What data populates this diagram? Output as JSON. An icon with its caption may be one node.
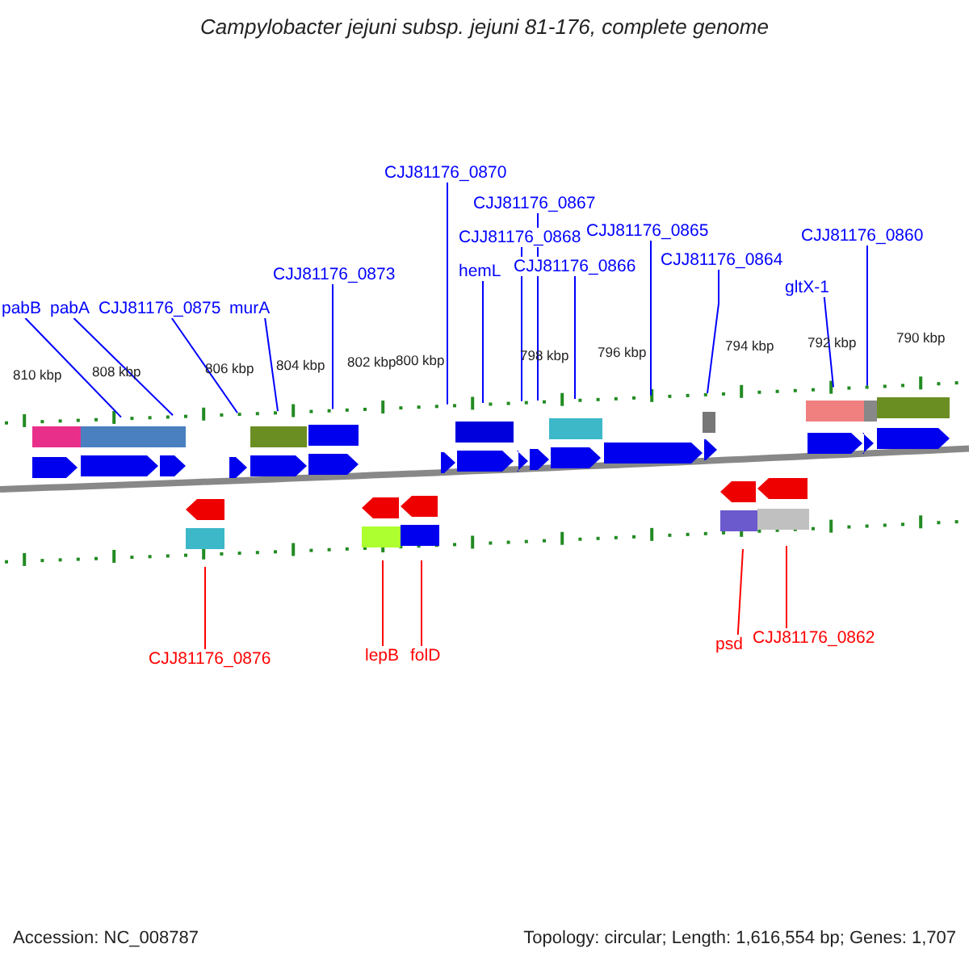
{
  "diagram": {
    "title": "Campylobacter jejuni subsp. jejuni 81-176, complete genome",
    "nodes": [
      {
        "text": [
          "CJJ81176_0870"
        ]
      },
      {
        "text": [
          "CJJ81176_0867"
        ]
      },
      {
        "text": [
          "CJJ81176_0860"
        ]
      },
      {
        "text": [
          "CJJ81176_0865"
        ]
      },
      {
        "text": [
          "CJJ81176_0868"
        ]
      },
      {
        "text": [
          "CJJ81176_0864"
        ]
      },
      {
        "text": [
          "CJJ81176_0866"
        ]
      },
      {
        "text": [
          "hemL"
        ]
      },
      {
        "text": [
          "CJJ81176_0873"
        ]
      },
      {
        "text": [
          "gltX-1"
        ]
      },
      {
        "text": [
          "pabB"
        ]
      },
      {
        "text": [
          "pabA"
        ]
      },
      {
        "text": [
          "CJJ81176_0875"
        ]
      },
      {
        "text": [
          "murA"
        ]
      },
      {
        "text": [
          "psd"
        ]
      },
      {
        "text": [
          "CJJ81176_0862"
        ]
      },
      {
        "text": [
          "lepB"
        ]
      },
      {
        "text": [
          "folD"
        ]
      },
      {
        "text": [
          "CJJ81176_0876"
        ]
      }
    ],
    "edges": [
      {
        "from": 0,
        "to": null,
        "arrow": "none"
      },
      {
        "from": 1,
        "to": null,
        "arrow": "none"
      },
      {
        "from": 2,
        "to": null,
        "arrow": "none"
      },
      {
        "from": 3,
        "to": null,
        "arrow": "none"
      },
      {
        "from": 4,
        "to": null,
        "arrow": "none"
      },
      {
        "from": 5,
        "to": null,
        "arrow": "none"
      },
      {
        "from": 6,
        "to": null,
        "arrow": "none"
      },
      {
        "from": 7,
        "to": null,
        "arrow": "none"
      },
      {
        "from": 8,
        "to": null,
        "arrow": "none"
      },
      {
        "from": 9,
        "to": null,
        "arrow": "none"
      },
      {
        "from": 10,
        "to": null,
        "arrow": "none"
      },
      {
        "from": 11,
        "to": null,
        "arrow": "none"
      },
      {
        "from": 12,
        "to": null,
        "arrow": "none"
      },
      {
        "from": 13,
        "to": null,
        "arrow": "none"
      },
      {
        "from": 14,
        "to": null,
        "arrow": "none",
        "color": "#ff0000"
      },
      {
        "from": 15,
        "to": null,
        "arrow": "none",
        "color": "#ff0000"
      },
      {
        "from": 16,
        "to": null,
        "arrow": "none",
        "color": "#ff0000"
      },
      {
        "from": 17,
        "to": null,
        "arrow": "none",
        "color": "#ff0000"
      },
      {
        "from": 18,
        "to": null,
        "arrow": "none",
        "color": "#ff0000"
      }
    ],
    "labels": [
      "790 kbp",
      "792 kbp",
      "794 kbp",
      "796 kbp",
      "798 kbp",
      "800 kbp",
      "802 kbp",
      "804 kbp",
      "806 kbp",
      "808 kbp",
      "810 kbp",
      "Accession: NC_008787",
      "Topology: circular; Length: 1,616,554 bp; Genes: 1,707"
    ]
  }
}
